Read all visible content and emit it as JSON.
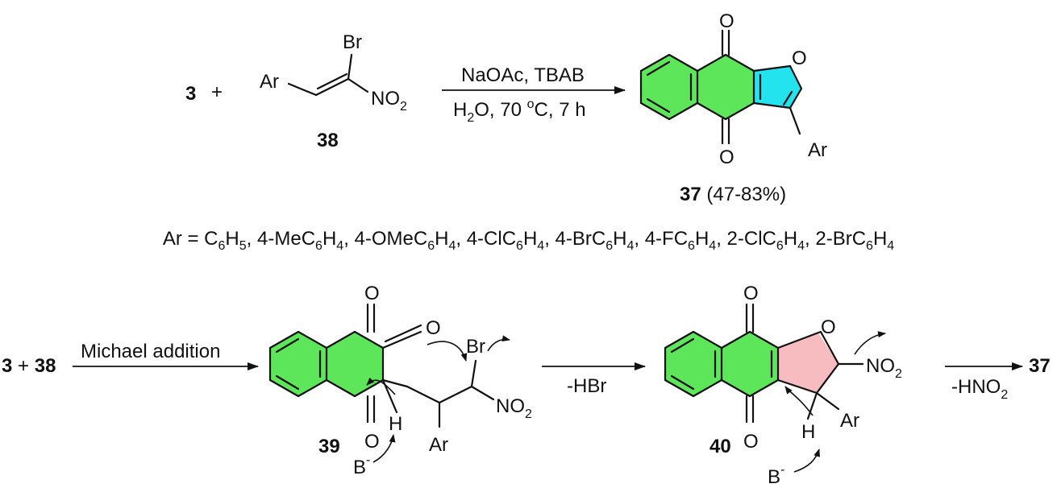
{
  "scheme": {
    "reaction1": {
      "reactant_1": "3",
      "plus": "+",
      "reactant_2_id": "38",
      "reactant_2_labels": {
        "ar": "Ar",
        "br": "Br",
        "no2_base": "NO",
        "no2_sub": "2"
      },
      "conditions_top": "NaOAc, TBAB",
      "conditions_bottom": {
        "h": "H",
        "sub": "2",
        "rest": "O, 70 ",
        "sup": "o",
        "tail": "C, 7 h"
      },
      "product": {
        "oxygen_top": "O",
        "oxygen_bottom": "O",
        "ring_oxygen": "O",
        "ar": "Ar",
        "id": "37",
        "yield": "(47-83%)"
      }
    },
    "substituents": {
      "prefix": "Ar = ",
      "items": [
        {
          "pre": "C",
          "sub1": "6",
          "mid": "H",
          "sub2": "5"
        },
        {
          "pre": "4-MeC",
          "sub1": "6",
          "mid": "H",
          "sub2": "4"
        },
        {
          "pre": "4-OMeC",
          "sub1": "6",
          "mid": "H",
          "sub2": "4"
        },
        {
          "pre": "4-ClC",
          "sub1": "6",
          "mid": "H",
          "sub2": "4"
        },
        {
          "pre": "4-BrC",
          "sub1": "6",
          "mid": "H",
          "sub2": "4"
        },
        {
          "pre": "4-FC",
          "sub1": "6",
          "mid": "H",
          "sub2": "4"
        },
        {
          "pre": "2-ClC",
          "sub1": "6",
          "mid": "H",
          "sub2": "4"
        },
        {
          "pre": "2-BrC",
          "sub1": "6",
          "mid": "H",
          "sub2": "4"
        }
      ]
    },
    "mechanism": {
      "start": {
        "a": "3",
        "plus": "+",
        "b": "38"
      },
      "step1_label": "Michael addition",
      "intermediate_39": {
        "id": "39",
        "o_top": "O",
        "o_side": "O",
        "o_bottom": "O",
        "h": "H",
        "base": "B",
        "base_charge": "-",
        "br": "Br",
        "no2_base": "NO",
        "no2_sub": "2",
        "ar": "Ar"
      },
      "step2_label": "-HBr",
      "intermediate_40": {
        "id": "40",
        "o_top": "O",
        "o_bottom": "O",
        "ring_o": "O",
        "h": "H",
        "base": "B",
        "base_charge": "-",
        "no2_base": "NO",
        "no2_sub": "2",
        "ar": "Ar"
      },
      "step3_label": {
        "base": "-HNO",
        "sub": "2"
      },
      "final_product": "37"
    },
    "colors": {
      "benzo_ring": "#5ee65a",
      "furan_ring": "#22e3ee",
      "dihydrofuran_ring": "#f6bcc0"
    }
  }
}
